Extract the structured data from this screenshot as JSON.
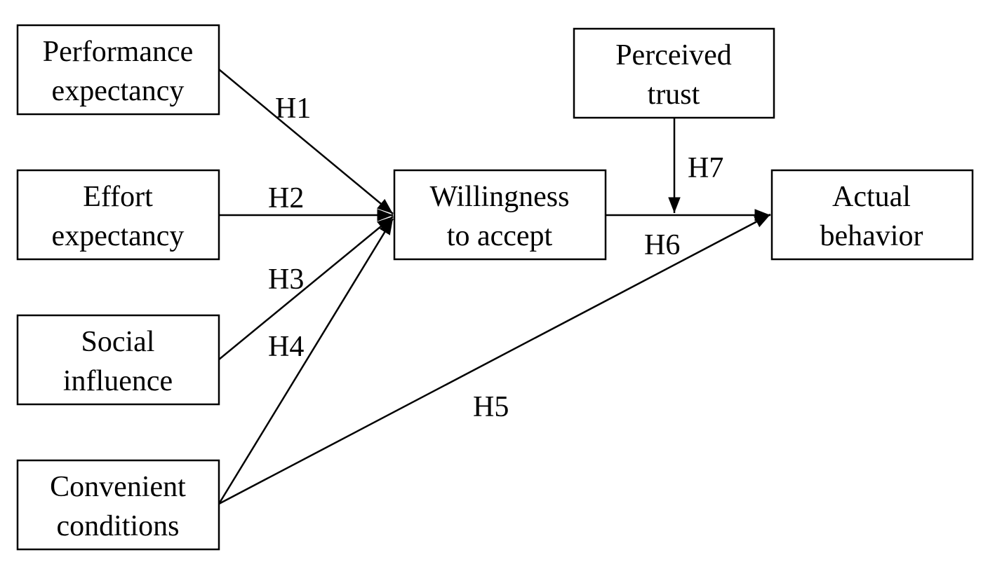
{
  "nodes": {
    "performance_expectancy": {
      "line1": "Performance",
      "line2": "expectancy"
    },
    "effort_expectancy": {
      "line1": "Effort",
      "line2": "expectancy"
    },
    "social_influence": {
      "line1": "Social",
      "line2": "influence"
    },
    "convenient_conditions": {
      "line1": "Convenient",
      "line2": "conditions"
    },
    "willingness_to_accept": {
      "line1": "Willingness",
      "line2": "to accept"
    },
    "perceived_trust": {
      "line1": "Perceived",
      "line2": "trust"
    },
    "actual_behavior": {
      "line1": "Actual",
      "line2": "behavior"
    }
  },
  "edges": {
    "h1": {
      "label": "H1",
      "from": "performance_expectancy",
      "to": "willingness_to_accept"
    },
    "h2": {
      "label": "H2",
      "from": "effort_expectancy",
      "to": "willingness_to_accept"
    },
    "h3": {
      "label": "H3",
      "from": "social_influence",
      "to": "willingness_to_accept"
    },
    "h4": {
      "label": "H4",
      "from": "convenient_conditions",
      "to": "willingness_to_accept"
    },
    "h5": {
      "label": "H5",
      "from": "convenient_conditions",
      "to": "actual_behavior"
    },
    "h6": {
      "label": "H6",
      "from": "willingness_to_accept",
      "to": "actual_behavior"
    },
    "h7": {
      "label": "H7",
      "from": "perceived_trust",
      "to": "h6"
    }
  },
  "colors": {
    "stroke": "#000000",
    "background": "#ffffff"
  }
}
